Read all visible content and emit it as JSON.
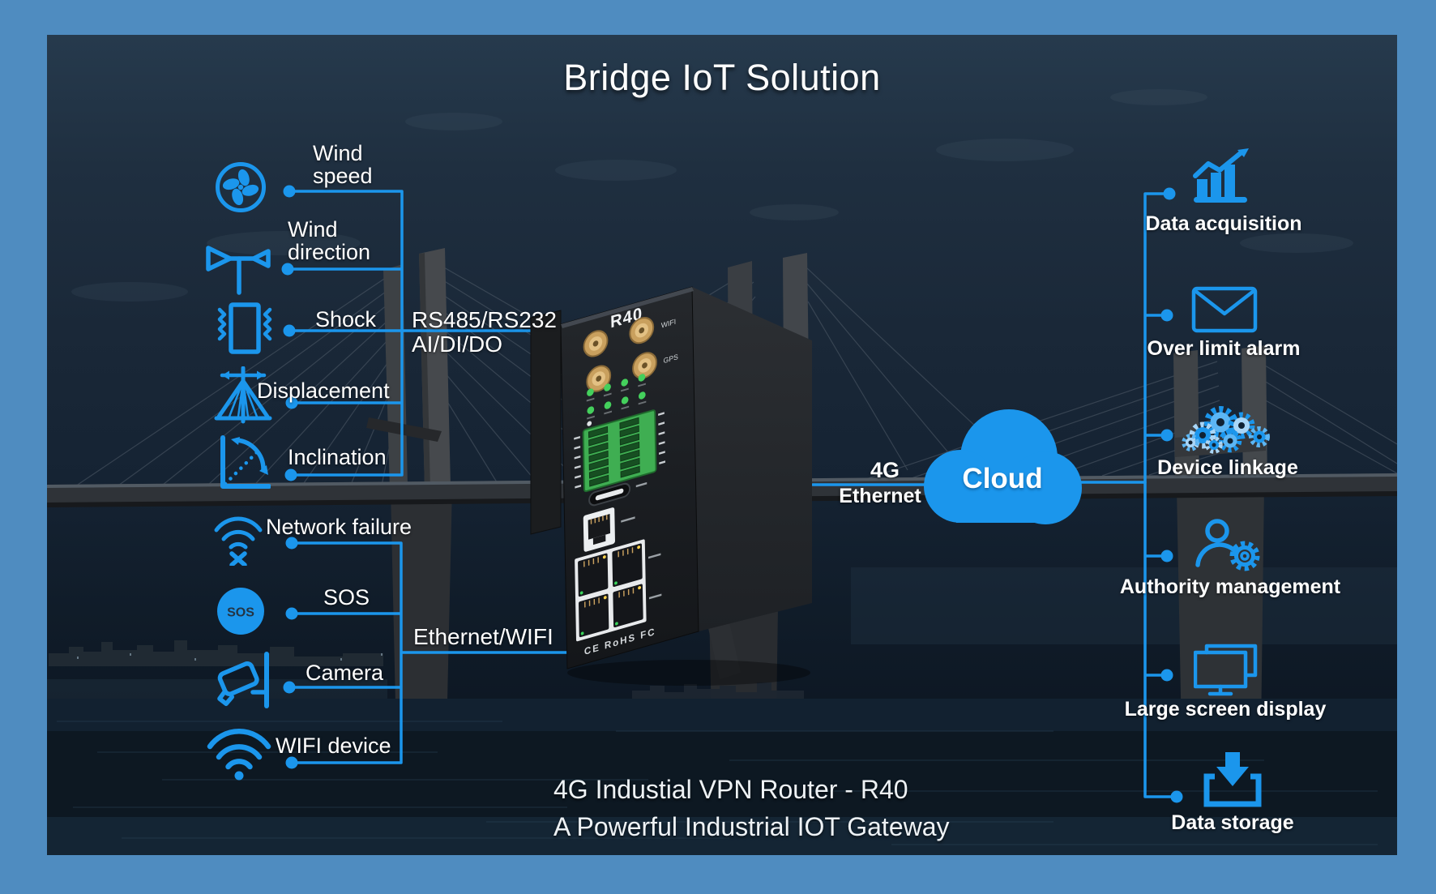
{
  "title": "Bridge IoT Solution",
  "sensors": [
    {
      "label": "Wind\nspeed"
    },
    {
      "label": "Wind\ndirection"
    },
    {
      "label": "Shock"
    },
    {
      "label": "Displacement"
    },
    {
      "label": "Inclination"
    },
    {
      "label": "Network failure"
    },
    {
      "label": "SOS",
      "icon_text": "SOS"
    },
    {
      "label": "Camera"
    },
    {
      "label": "WIFI device"
    }
  ],
  "connections": {
    "serial": "RS485/RS232\nAI/DI/DO",
    "lan": "Ethernet/WIFI",
    "wan_line1": "4G",
    "wan_line2": "Ethernet"
  },
  "cloud": {
    "label": "Cloud"
  },
  "features": [
    {
      "label": "Data acquisition"
    },
    {
      "label": "Over limit alarm"
    },
    {
      "label": "Device linkage"
    },
    {
      "label": "Authority management"
    },
    {
      "label": "Large screen display"
    },
    {
      "label": "Data storage"
    }
  ],
  "device": {
    "model": "R40",
    "antenna_labels": [
      "WIFI",
      "GPS"
    ],
    "certifications": "CE RoHS FC"
  },
  "footer": {
    "line1": "4G Industial VPN Router - R40",
    "line2": "A Powerful Industrial IOT Gateway"
  },
  "colors": {
    "accent": "#1B96EC",
    "label_text": "#FFFFFF",
    "antenna_gold": "#C9A05E"
  }
}
